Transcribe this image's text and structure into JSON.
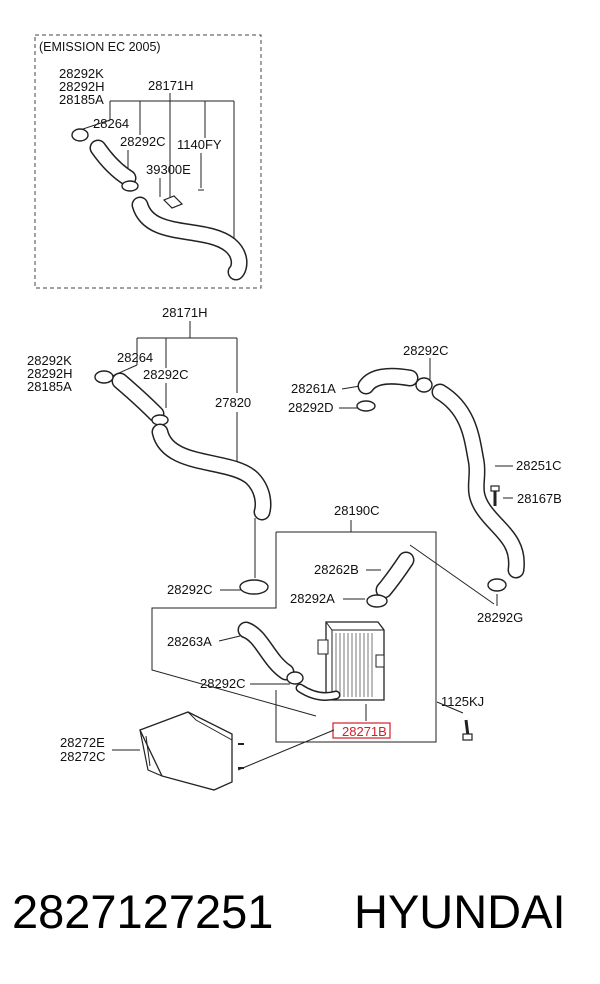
{
  "emission_box": {
    "title": "(EMISSION EC 2005)",
    "labels": [
      "28292K",
      "28292H",
      "28185A",
      "28171H",
      "28264",
      "28292C",
      "1140FY",
      "39300E"
    ]
  },
  "main": {
    "labels": {
      "l_28171H": "28171H",
      "l_28292K": "28292K",
      "l_28292H": "28292H",
      "l_28185A": "28185A",
      "l_28264": "28264",
      "l_28292C_a": "28292C",
      "l_27820": "27820",
      "l_28292C_b": "28292C",
      "l_28263A": "28263A",
      "l_28292C_c": "28292C",
      "l_28272E": "28272E",
      "l_28272C": "28272C",
      "l_28190C": "28190C",
      "l_28262B": "28262B",
      "l_28292A": "28292A",
      "l_28271B": "28271B",
      "l_1125KJ": "1125KJ",
      "l_28292C_d": "28292C",
      "l_28261A": "28261A",
      "l_28292D": "28292D",
      "l_28251C": "28251C",
      "l_28167B": "28167B",
      "l_28292G": "28292G"
    },
    "highlighted_part": "28271B"
  },
  "footer": {
    "part_number": "2827127251",
    "brand": "HYUNDAI"
  },
  "colors": {
    "highlight": "#d0202a",
    "line": "#222222",
    "background": "#ffffff"
  }
}
